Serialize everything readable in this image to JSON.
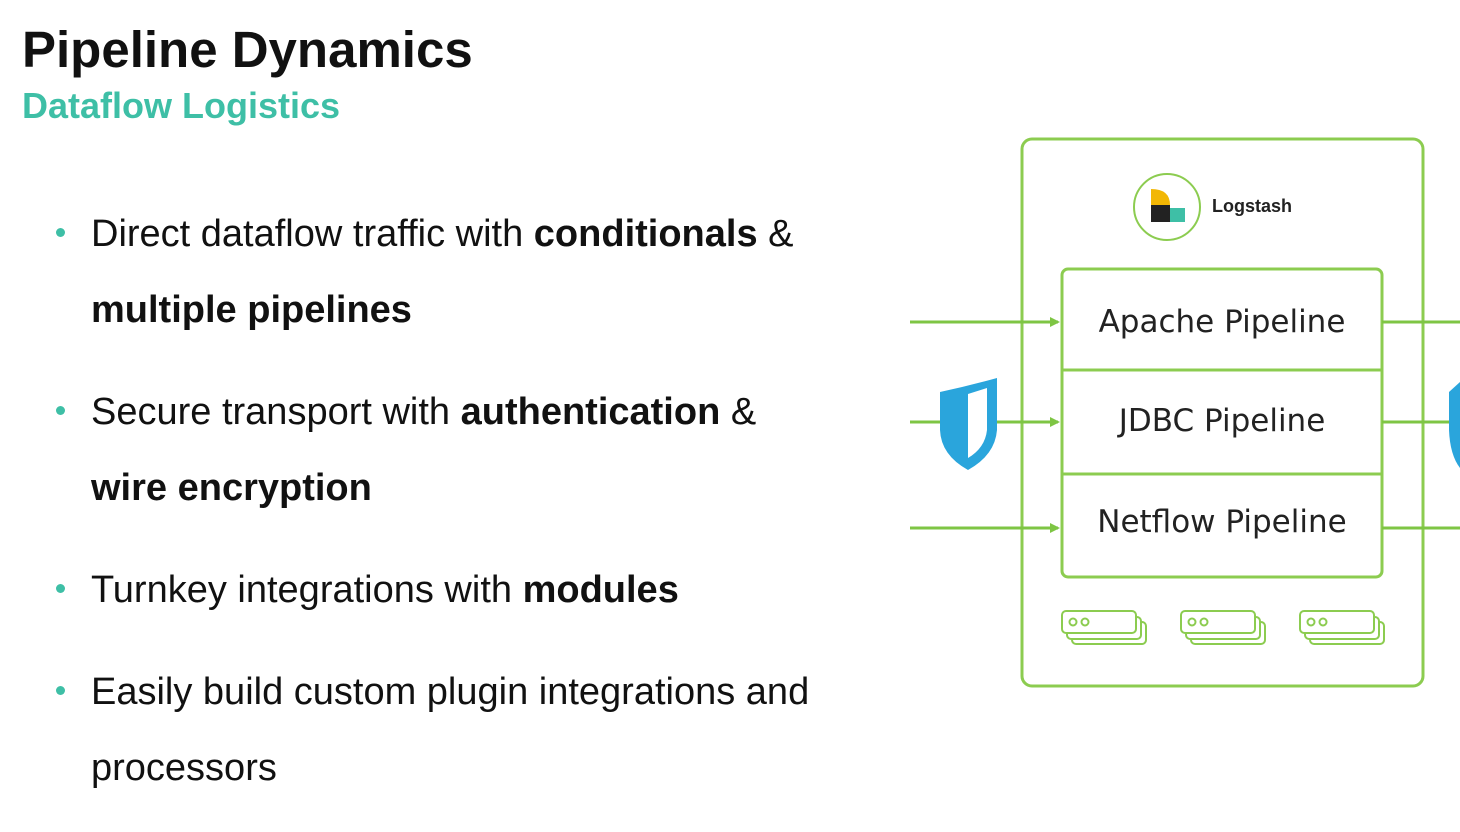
{
  "slide": {
    "title": "Pipeline Dynamics",
    "subtitle": "Dataflow Logistics"
  },
  "bullets": [
    {
      "segments": [
        {
          "text": "Direct dataflow traffic with ",
          "bold": false
        },
        {
          "text": "conditionals",
          "bold": true
        },
        {
          "text": " & ",
          "bold": false
        },
        {
          "text": "multiple pipelines",
          "bold": true
        }
      ]
    },
    {
      "segments": [
        {
          "text": "Secure transport with ",
          "bold": false
        },
        {
          "text": "authentication",
          "bold": true
        },
        {
          "text": " & ",
          "bold": false
        },
        {
          "text": "wire encryption",
          "bold": true
        }
      ]
    },
    {
      "segments": [
        {
          "text": "Turnkey integrations with ",
          "bold": false
        },
        {
          "text": "modules",
          "bold": true
        }
      ]
    },
    {
      "segments": [
        {
          "text": "Easily build custom plugin integrations and processors",
          "bold": false
        }
      ]
    }
  ],
  "diagram": {
    "logo_label": "Logstash",
    "pipelines": [
      "Apache Pipeline",
      "JDBC Pipeline",
      "Netflow Pipeline"
    ],
    "icons": {
      "logo": "logstash-logo-icon",
      "shield": "shield-icon",
      "server": "server-stack-icon"
    },
    "colors": {
      "frame": "#8ccc50",
      "arrow": "#7ec544",
      "shield": "#2aa5dc",
      "accent": "#3ebfa6"
    }
  }
}
